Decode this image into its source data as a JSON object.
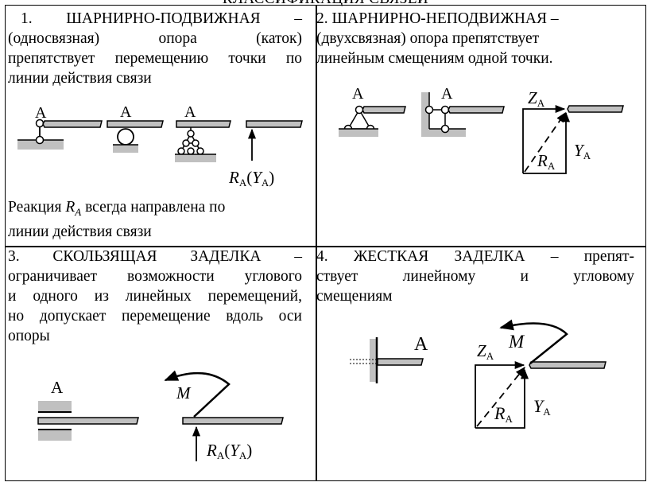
{
  "header": {
    "title": "КЛАССИФИКАЦИЯ СВЯЗЕЙ"
  },
  "cell1": {
    "lines": [
      "1. ШАРНИРНО-ПОДВИЖНАЯ –",
      "(односвязная) опора (каток)",
      "препятствует перемещению точки по",
      "линии действия связи"
    ],
    "note_prefix": "Реакция ",
    "note_symbol": "R",
    "note_sub": "A",
    "note_suffix": " всегда направлена по",
    "note_line2": "линии действия связи",
    "label_a": "A",
    "reaction": "R",
    "reaction_sub": "A",
    "reaction_alt": "Y",
    "reaction_alt_sub": "A"
  },
  "cell2": {
    "lines": [
      "2. ШАРНИРНО-НЕПОДВИЖНАЯ –",
      "(двухсвязная) опора препятствует",
      "линейным смещениям одной точки."
    ],
    "label_a": "A",
    "z": "Z",
    "y": "Y",
    "r": "R",
    "sub": "A"
  },
  "cell3": {
    "lines": [
      "3. СКОЛЬЗЯЩАЯ ЗАДЕЛКА –",
      "ограничивает возможности углового",
      "и одного из линейных перемещений,",
      "но допускает перемещение вдоль оси",
      "опоры"
    ],
    "label_a": "A",
    "moment": "M",
    "reaction": "R",
    "reaction_sub": "A",
    "reaction_alt": "Y",
    "reaction_alt_sub": "A"
  },
  "cell4": {
    "lines": [
      "4. ЖЕСТКАЯ ЗАДЕЛКА – препят-",
      "ствует линейному и угловому",
      "смещениям"
    ],
    "label_a": "A",
    "moment": "M",
    "z": "Z",
    "y": "Y",
    "r": "R",
    "sub": "A"
  },
  "colors": {
    "support_fill": "#c0c0c0",
    "ink": "#000000"
  }
}
